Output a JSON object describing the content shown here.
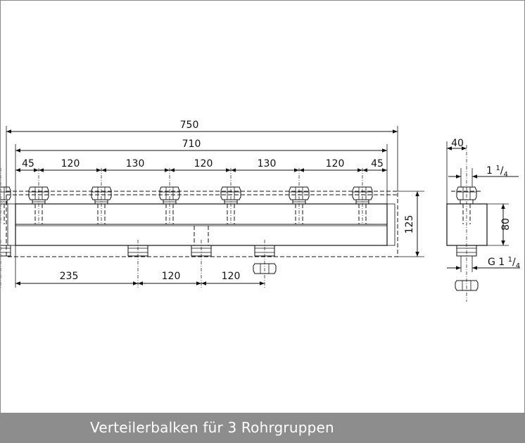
{
  "caption": "Verteilerbalken für 3  Rohrgruppen",
  "front_view": {
    "dims_top": {
      "overall": "750",
      "inner": "710",
      "segments": [
        "45",
        "120",
        "130",
        "120",
        "130",
        "120",
        "45"
      ]
    },
    "dims_bottom": [
      "235",
      "120",
      "120"
    ],
    "height": "125"
  },
  "side_view": {
    "width": "40",
    "thread_top": {
      "main": "1",
      "num": "1",
      "den": "4"
    },
    "height": "80",
    "thread_bottom": {
      "main": "G 1",
      "num": "1",
      "den": "4"
    }
  }
}
